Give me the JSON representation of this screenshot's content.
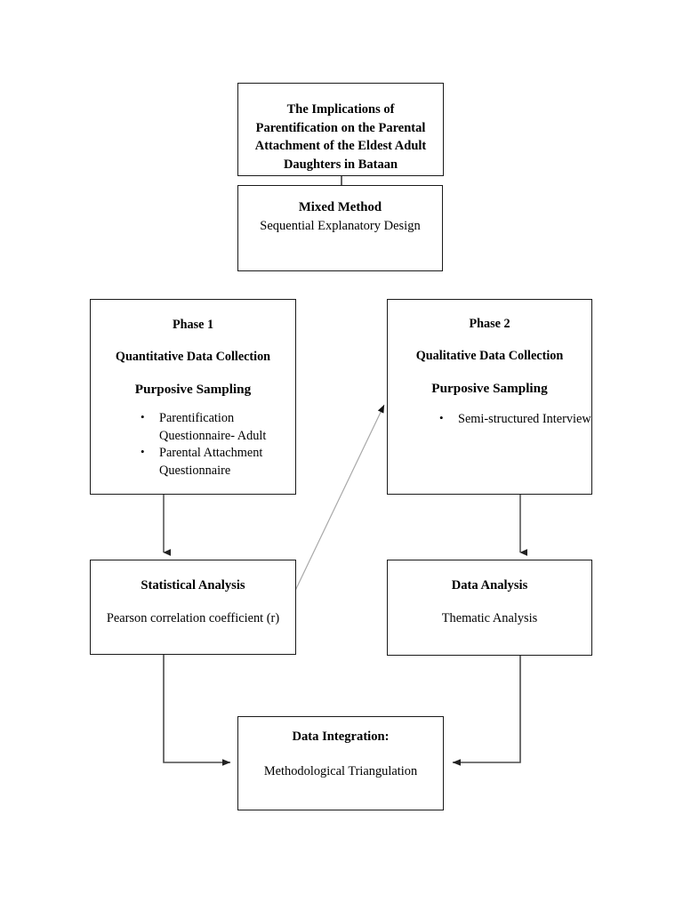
{
  "diagram": {
    "type": "flowchart",
    "title_box": {
      "lines": [
        "The Implications of",
        "Parentification on the Parental",
        "Attachment of the Eldest Adult",
        "Daughters in Bataan"
      ]
    },
    "method_box": {
      "title": "Mixed Method",
      "subtitle": "Sequential Explanatory Design"
    },
    "phase1": {
      "name": "Phase 1",
      "collection": "Quantitative Data Collection",
      "sampling": "Purposive Sampling",
      "items": [
        "Parentification Questionnaire- Adult",
        "Parental Attachment Questionnaire"
      ]
    },
    "phase2": {
      "name": "Phase 2",
      "collection": "Qualitative Data Collection",
      "sampling": "Purposive Sampling",
      "items": [
        "Semi-structured Interview"
      ]
    },
    "statistical_analysis": {
      "title": "Statistical Analysis",
      "subtitle": "Pearson correlation coefficient (r)"
    },
    "data_analysis": {
      "title": "Data Analysis",
      "subtitle": "Thematic Analysis"
    },
    "integration": {
      "title": "Data Integration:",
      "subtitle": "Methodological Triangulation"
    },
    "colors": {
      "border": "#1a1a1a",
      "connector": "#3b3b3b",
      "diagonal": "#9a9a9a",
      "background": "#ffffff",
      "text": "#000000"
    }
  }
}
